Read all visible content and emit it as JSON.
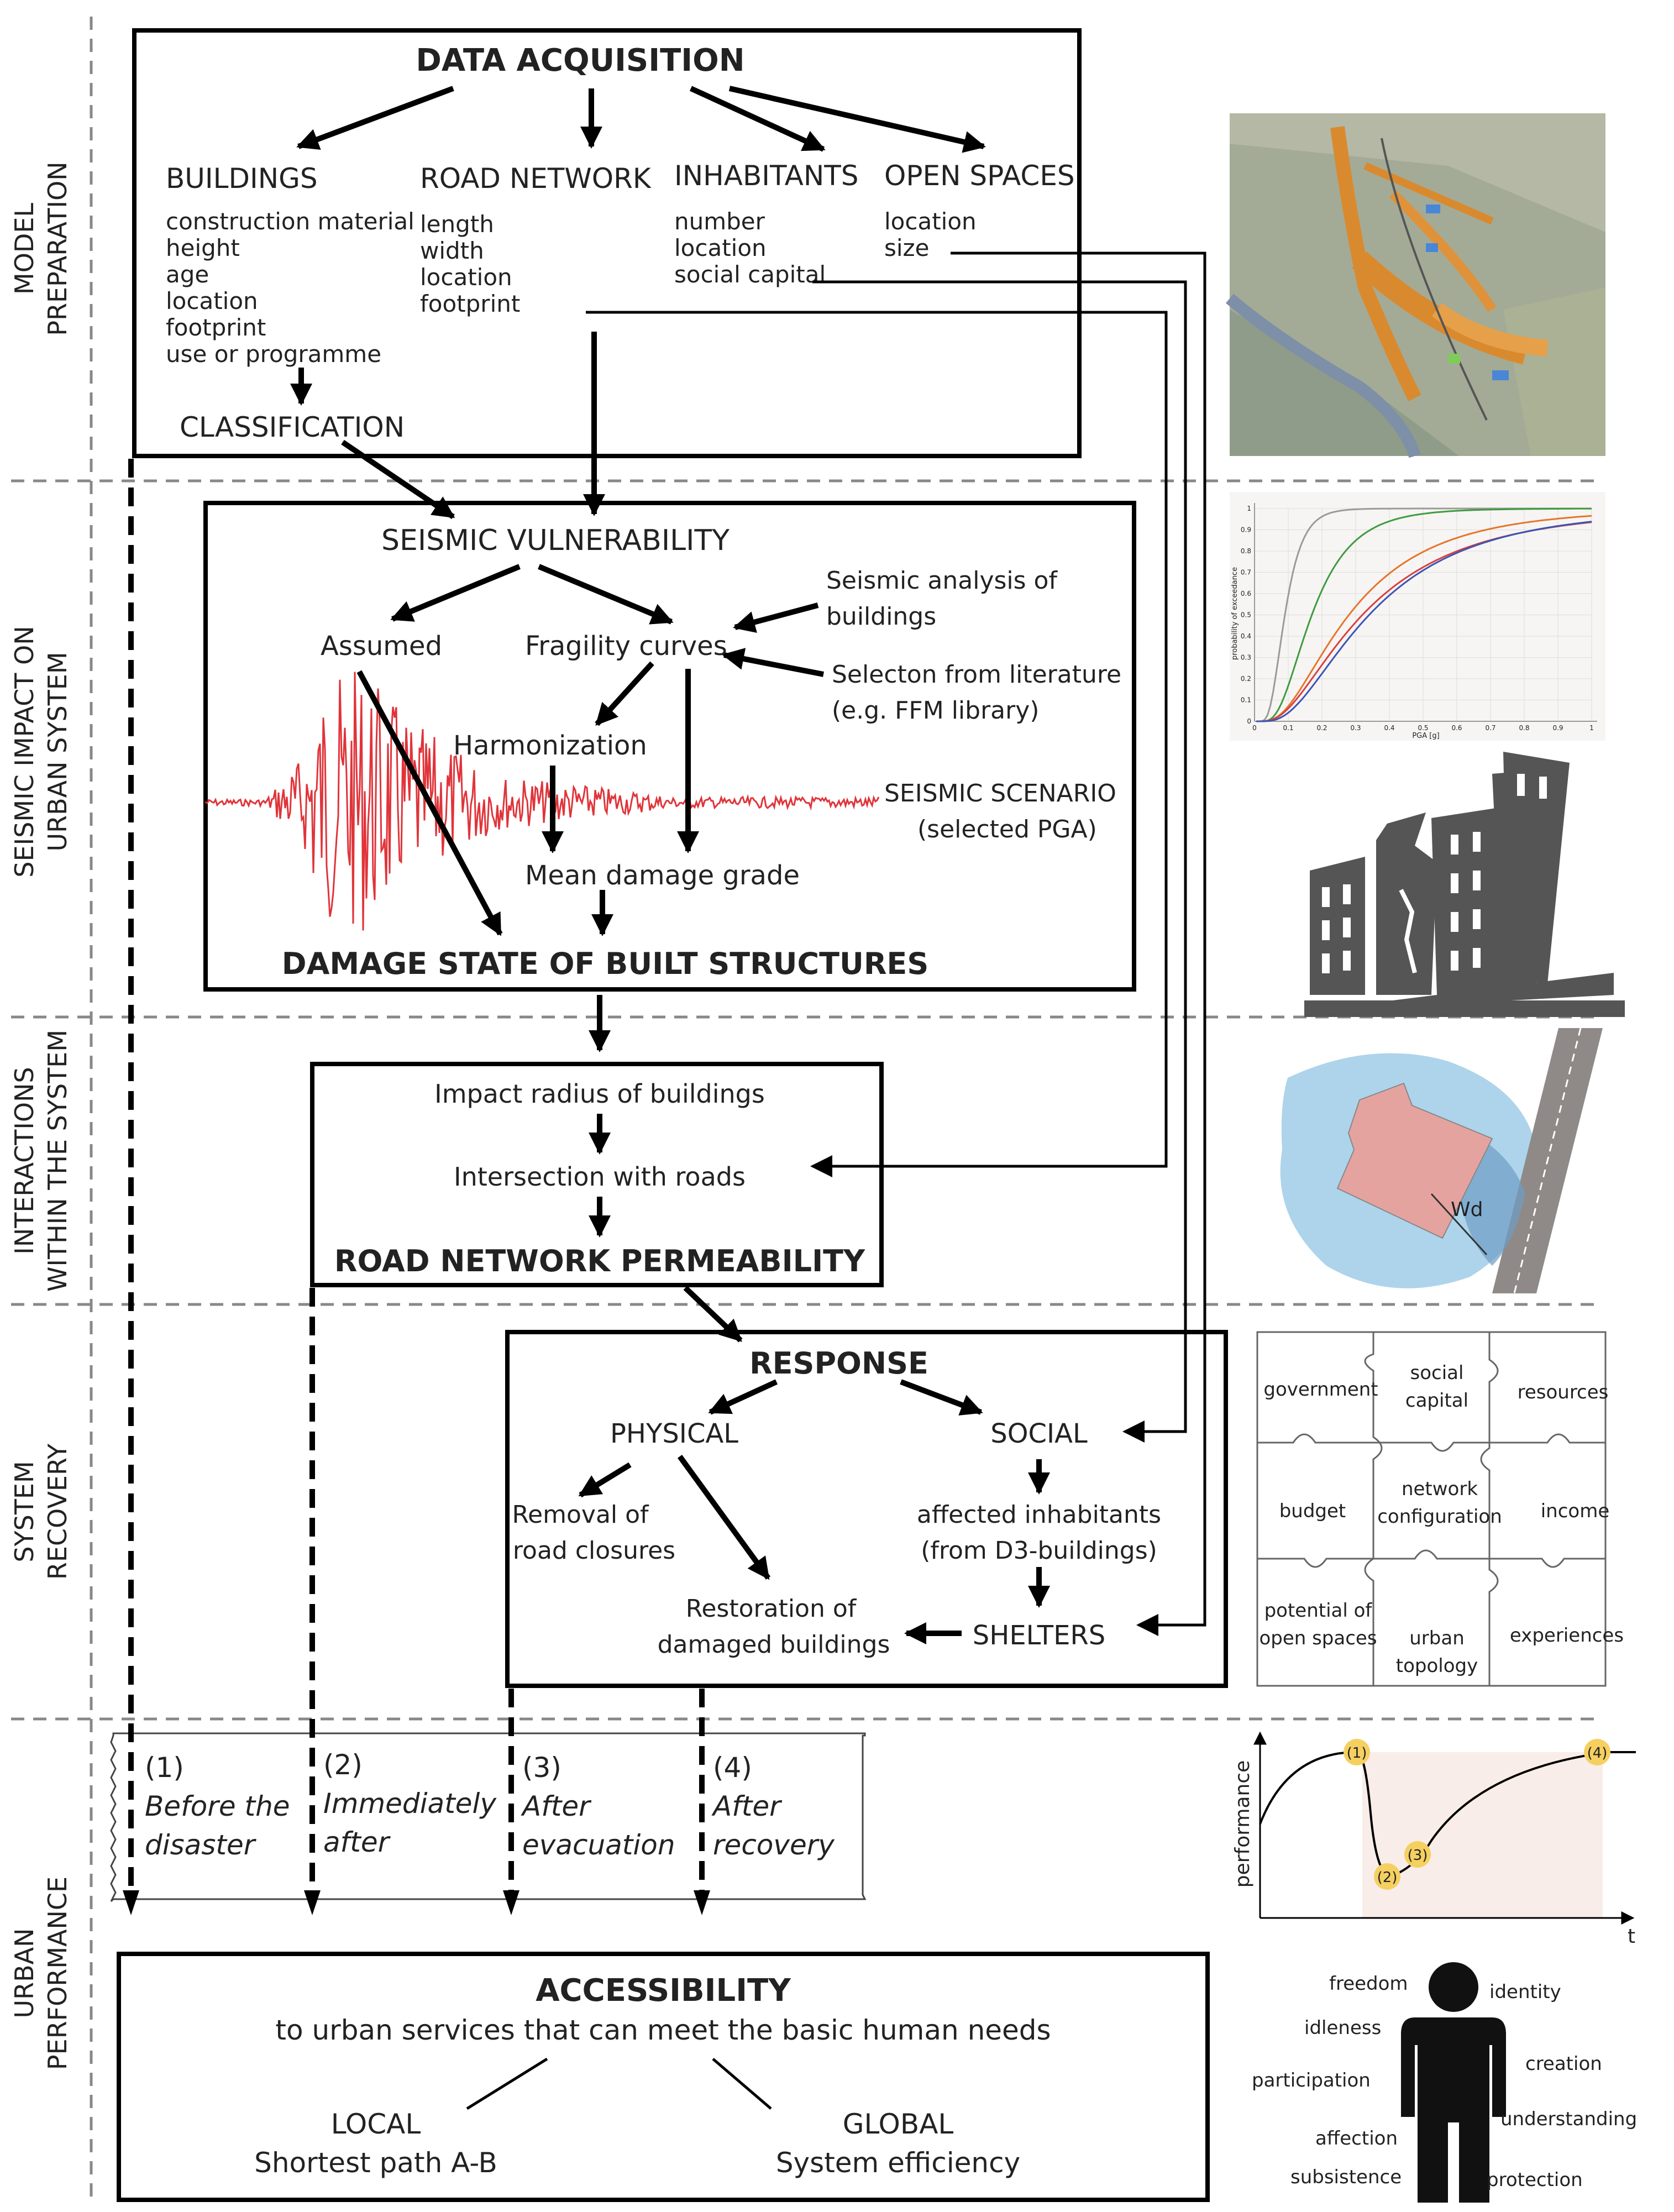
{
  "stages": {
    "model_preparation": [
      "MODEL",
      "PREPARATION"
    ],
    "seismic_impact": [
      "SEISMIC IMPACT ON",
      "URBAN SYSTEM"
    ],
    "interactions": [
      "INTERACTIONS",
      "WITHIN THE SYSTEM"
    ],
    "recovery": [
      "SYSTEM",
      "RECOVERY"
    ],
    "performance": [
      "URBAN",
      "PERFORMANCE"
    ]
  },
  "data_acquisition": {
    "title": "DATA ACQUISITION",
    "buildings": {
      "title": "BUILDINGS",
      "items": [
        "construction material",
        "height",
        "age",
        "location",
        "footprint",
        "use or programme"
      ]
    },
    "road_network": {
      "title": "ROAD NETWORK",
      "items": [
        "length",
        "width",
        "location",
        "footprint"
      ]
    },
    "inhabitants": {
      "title": "INHABITANTS",
      "items": [
        "number",
        "location",
        "social capital"
      ]
    },
    "open_spaces": {
      "title": "OPEN SPACES",
      "items": [
        "location",
        "size"
      ]
    },
    "classification": "CLASSIFICATION"
  },
  "seismic": {
    "vulnerability": "SEISMIC VULNERABILITY",
    "assumed": "Assumed",
    "fragility": "Fragility curves",
    "analysis": [
      "Seismic analysis of",
      "buildings"
    ],
    "literature": [
      "Selecton from literature",
      "(e.g. FFM library)"
    ],
    "harmonization": "Harmonization",
    "scenario": [
      "SEISMIC SCENARIO",
      "(selected PGA)"
    ],
    "mean_damage": "Mean damage grade",
    "damage_state": "DAMAGE STATE OF BUILT STRUCTURES"
  },
  "interactions": {
    "impact_radius": "Impact radius of buildings",
    "intersection": "Intersection with roads",
    "permeability": "ROAD NETWORK PERMEABILITY"
  },
  "response": {
    "title": "RESPONSE",
    "physical": "PHYSICAL",
    "social": "SOCIAL",
    "removal": [
      "Removal of",
      "road closures"
    ],
    "affected": [
      "affected inhabitants",
      "(from D3-buildings)"
    ],
    "restoration": [
      "Restoration of",
      "damaged buildings"
    ],
    "shelters": "SHELTERS"
  },
  "performance_stages": [
    {
      "num": "(1)",
      "label": [
        "Before the",
        "disaster"
      ]
    },
    {
      "num": "(2)",
      "label": [
        "Immediately",
        "after"
      ]
    },
    {
      "num": "(3)",
      "label": [
        "After",
        "evacuation"
      ]
    },
    {
      "num": "(4)",
      "label": [
        "After",
        "recovery"
      ]
    }
  ],
  "accessibility": {
    "title": "ACCESSIBILITY",
    "subtitle": "to urban services that can meet the basic human needs",
    "local": [
      "LOCAL",
      "Shortest path A-B"
    ],
    "global": [
      "GLOBAL",
      "System efficiency"
    ]
  },
  "fragility_chart": {
    "ylabel": "probability of exceedance",
    "xlabel": "PGA [g]",
    "yticks": [
      "0",
      "0.1",
      "0.2",
      "0.3",
      "0.4",
      "0.5",
      "0.6",
      "0.7",
      "0.8",
      "0.9",
      "1"
    ],
    "xticks": [
      "0",
      "0.1",
      "0.2",
      "0.3",
      "0.4",
      "0.5",
      "0.6",
      "0.7",
      "0.8",
      "0.9",
      "1"
    ],
    "curve_colors": [
      "#9a9a9a",
      "#3f9b3f",
      "#e8742a",
      "#d94040",
      "#3b55b5"
    ]
  },
  "impact_illustration": {
    "label": "Wd"
  },
  "puzzle": {
    "government": [
      "government"
    ],
    "social_capital": [
      "social",
      "capital"
    ],
    "resources": [
      "resources"
    ],
    "budget": [
      "budget"
    ],
    "network": [
      "network",
      "configuration"
    ],
    "income": [
      "income"
    ],
    "open_spaces": [
      "potential of",
      "open spaces"
    ],
    "urban_topology": [
      "urban",
      "topology"
    ],
    "experiences": [
      "experiences"
    ]
  },
  "performance_graph": {
    "ylabel": "performance",
    "xlabel": "t",
    "markers": [
      "(1)",
      "(2)",
      "(3)",
      "(4)"
    ]
  },
  "human_needs": {
    "freedom": "freedom",
    "identity": "identity",
    "idleness": "idleness",
    "creation": "creation",
    "participation": "participation",
    "understanding": "understanding",
    "affection": "affection",
    "subsistence": "subsistence",
    "protection": "protection"
  },
  "colors": {
    "seismogram": "#e0343a",
    "impact_zone": "#9fcde6",
    "building": "#e5a3a0",
    "road": "#8f8a87",
    "icon": "#555555",
    "marker": "#f5d060"
  }
}
